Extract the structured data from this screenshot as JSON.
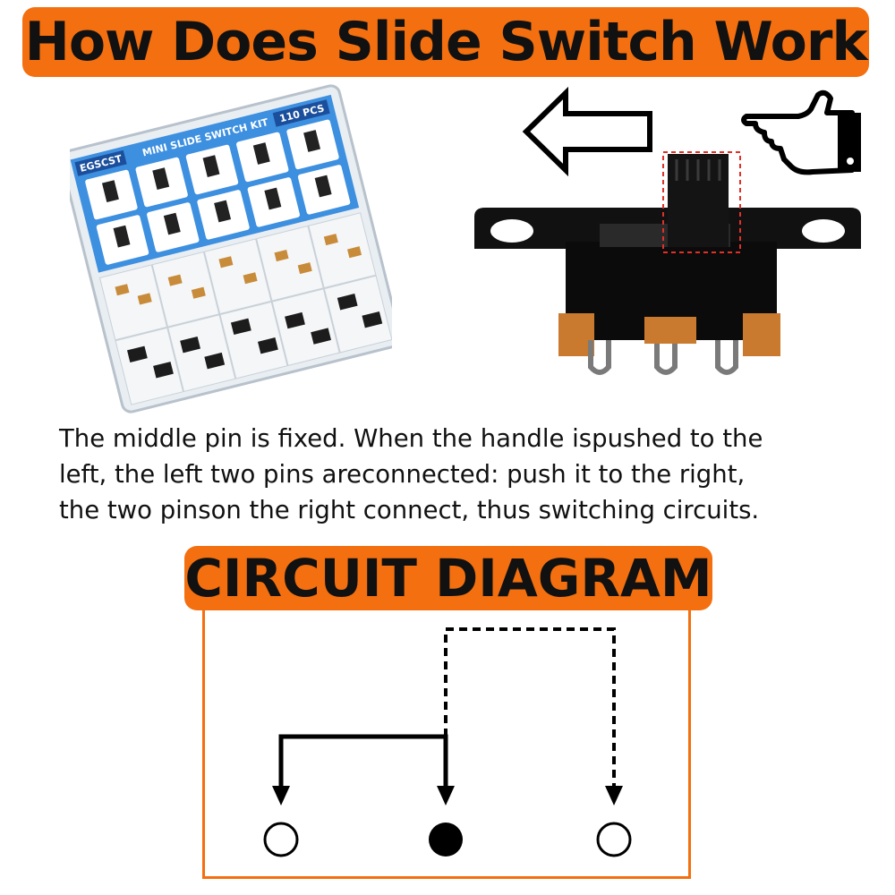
{
  "title": "How Does Slide Switch Work",
  "description_lines": [
    "The middle pin is fixed. When the handle ispushed to the",
    "left, the left two pins areconnected: push it to the right,",
    "the two pinson the right connect, thus switching circuits."
  ],
  "circuit_heading": "CIRCUIT DIAGRAM",
  "kit_box": {
    "brand": "EGSCST",
    "kit_name": "MINI SLIDE SWITCH KIT",
    "count": "110 PCS"
  },
  "colors": {
    "accent": "#f36f0f",
    "text": "#111111"
  },
  "icons": [
    "left-arrow-icon",
    "pointing-hand-icon"
  ]
}
